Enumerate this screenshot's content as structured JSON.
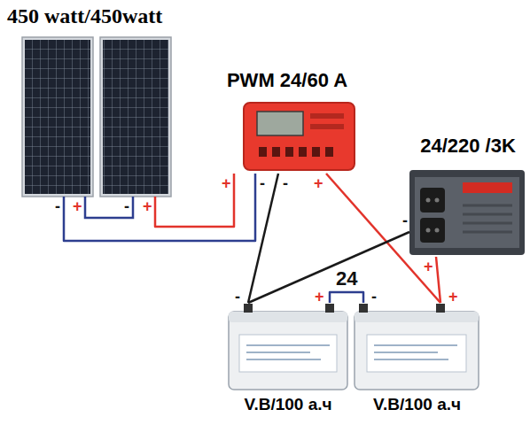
{
  "diagram": {
    "nodes": [
      {
        "text": [
          "450 watt/450watt"
        ]
      },
      {
        "text": [
          "PWM 24/60 A"
        ]
      },
      {
        "text": [
          "24/220 /3K"
        ]
      },
      {
        "text": [
          "V.B/100 а.ч"
        ]
      },
      {
        "text": [
          "V.B/100 а.ч"
        ]
      }
    ],
    "edges": [
      {
        "from": 0,
        "to": 1,
        "arrow": "none"
      },
      {
        "from": 0,
        "to": 1,
        "arrow": "none"
      },
      {
        "from": 1,
        "to": 3,
        "arrow": "none"
      },
      {
        "from": 1,
        "to": 4,
        "arrow": "none"
      },
      {
        "from": 2,
        "to": 3,
        "arrow": "none"
      },
      {
        "from": 2,
        "to": 4,
        "arrow": "none"
      },
      {
        "from": 3,
        "to": 4,
        "label": "24",
        "arrow": "none"
      }
    ],
    "labels": [
      "-",
      "+",
      "-",
      "+",
      "+",
      "-",
      "-",
      "+",
      "-",
      "+",
      "-",
      "+",
      "-",
      "+"
    ]
  }
}
